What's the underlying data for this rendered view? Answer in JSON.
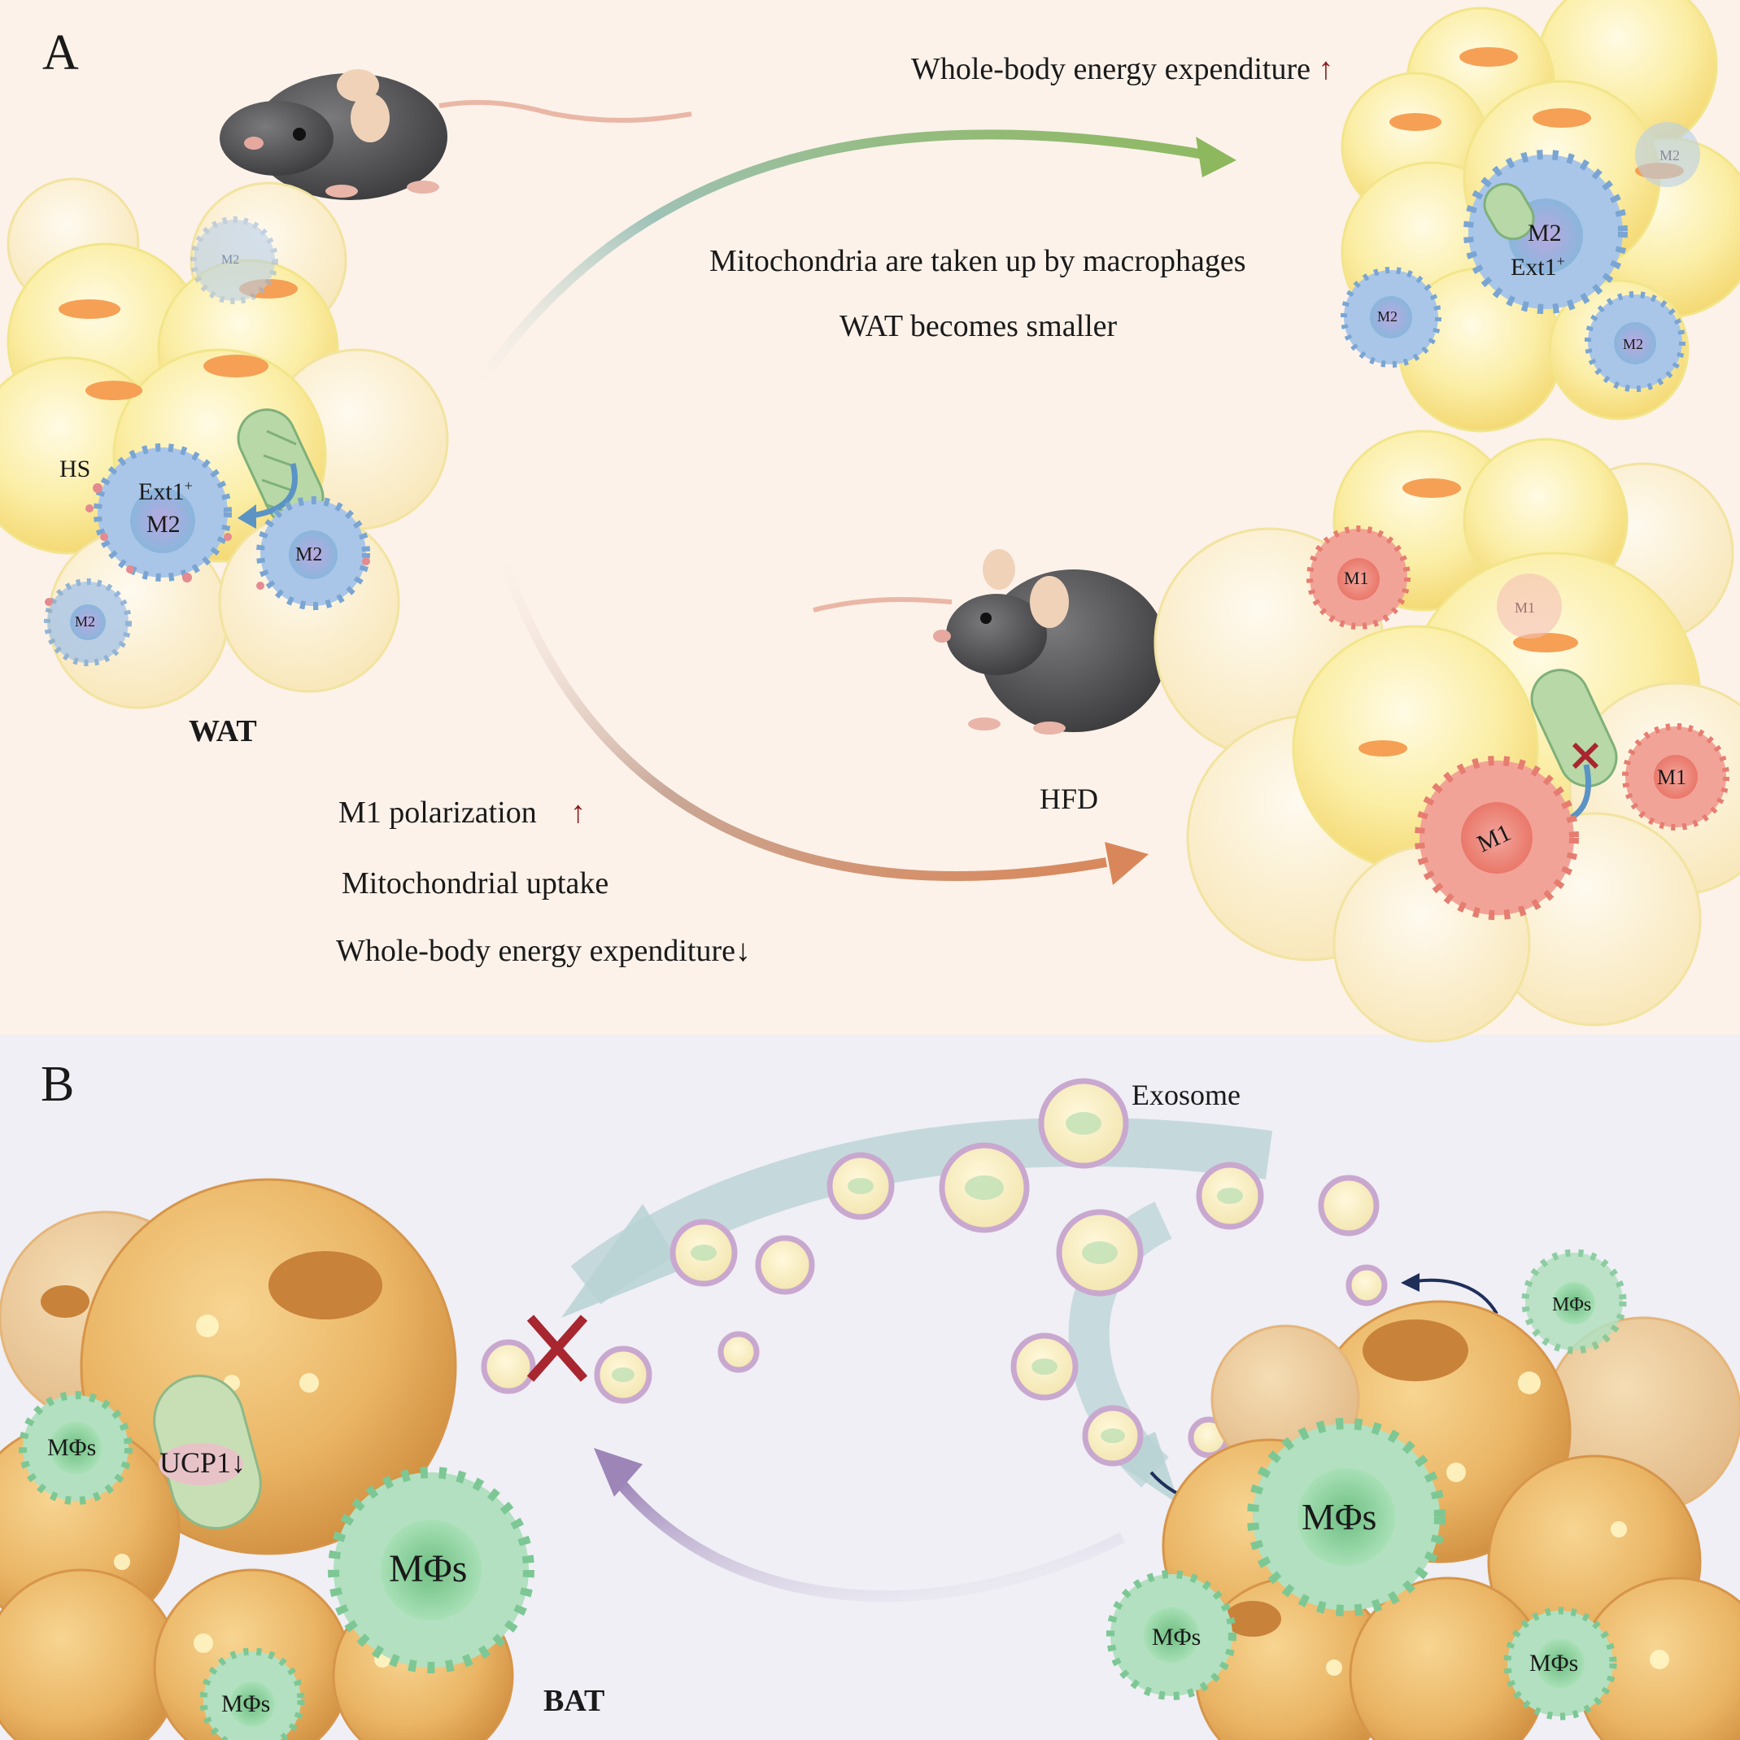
{
  "panel_a": {
    "letter": "A",
    "top_right": {
      "energy_text": "Whole-body energy expenditure",
      "energy_arrow": "↑",
      "uptake_text": "Mitochondria are taken up by macrophages",
      "size_text": "WAT becomes smaller"
    },
    "bottom_left": {
      "m1_text": "M1 polarization",
      "m1_arrow": "↑",
      "uptake_text": "Mitochondrial uptake",
      "energy_text": "Whole-body energy expenditure",
      "energy_arrow": "↓"
    },
    "wat_label": "WAT",
    "hfd_label": "HFD",
    "hs_label": "HS",
    "ext1_label": "Ext1",
    "ext1_superscript": "+",
    "m2_label": "M2",
    "m1_label": "M1"
  },
  "panel_b": {
    "letter": "B",
    "exosome_label": "Exosome",
    "ucp1_label": "UCP1",
    "ucp1_arrow": "↓",
    "macrophage_label": "MΦs",
    "bat_label": "BAT"
  },
  "colors": {
    "panel_a_bg": "#fcf2ea",
    "panel_b_bg": "#efeff5",
    "adipocyte_yellow": "#f7e27a",
    "m2_blue": "#8db4d8",
    "m1_red": "#e9867a",
    "macrophage_green": "#8fd1a3",
    "bat_orange": "#e6ae5c",
    "exosome_purple": "#c9a8cf",
    "arrow_up_red": "#8b1a1a"
  },
  "icons": [
    "mouse-icon",
    "mitochondrion-icon",
    "adipocyte-icon",
    "macrophage-icon",
    "exosome-icon",
    "block-x-icon"
  ]
}
